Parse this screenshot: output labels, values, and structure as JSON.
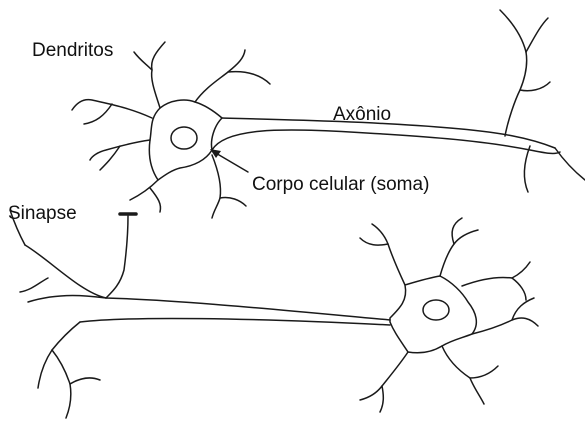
{
  "labels": {
    "dendrites": "Dendritos",
    "axon": "Axônio",
    "cell_body": "Corpo celular (soma)",
    "synapse": "Sinapse"
  },
  "colors": {
    "stroke": "#1a1a1a",
    "background": "#ffffff"
  }
}
